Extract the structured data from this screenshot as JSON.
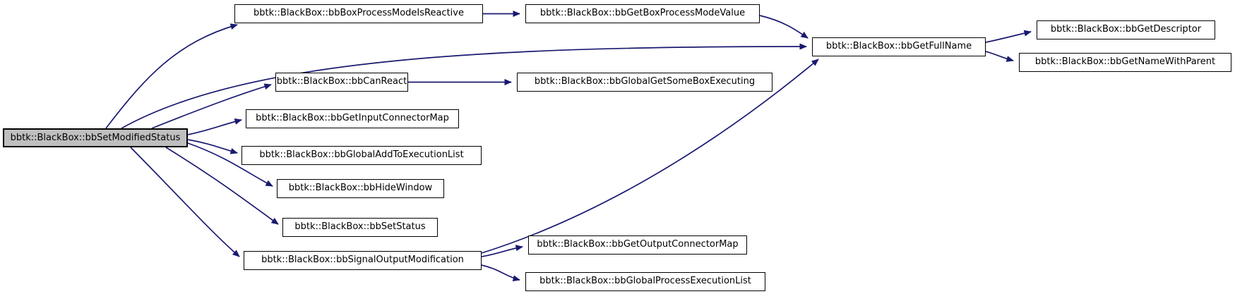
{
  "diagram": {
    "kind": "doxygen-call-graph",
    "edge_color": "#191970",
    "node_border_color": "#000000",
    "node_fill_color": "#ffffff",
    "focus_node_fill_color": "#bfbfbf",
    "nodes": [
      {
        "id": "bbSetModifiedStatus",
        "label": "bbtk::BlackBox::bbSetModifiedStatus",
        "focus": true
      },
      {
        "id": "bbBoxProcessModeIsReactive",
        "label": "bbtk::BlackBox::bbBoxProcessModeIsReactive",
        "focus": false
      },
      {
        "id": "bbGetBoxProcessModeValue",
        "label": "bbtk::BlackBox::bbGetBoxProcessModeValue",
        "focus": false
      },
      {
        "id": "bbGetFullName",
        "label": "bbtk::BlackBox::bbGetFullName",
        "focus": false
      },
      {
        "id": "bbGetDescriptor",
        "label": "bbtk::BlackBox::bbGetDescriptor",
        "focus": false
      },
      {
        "id": "bbGetNameWithParent",
        "label": "bbtk::BlackBox::bbGetNameWithParent",
        "focus": false
      },
      {
        "id": "bbCanReact",
        "label": "bbtk::BlackBox::bbCanReact",
        "focus": false
      },
      {
        "id": "bbGlobalGetSomeBoxExecuting",
        "label": "bbtk::BlackBox::bbGlobalGetSomeBoxExecuting",
        "focus": false
      },
      {
        "id": "bbGetInputConnectorMap",
        "label": "bbtk::BlackBox::bbGetInputConnectorMap",
        "focus": false
      },
      {
        "id": "bbGlobalAddToExecutionList",
        "label": "bbtk::BlackBox::bbGlobalAddToExecutionList",
        "focus": false
      },
      {
        "id": "bbHideWindow",
        "label": "bbtk::BlackBox::bbHideWindow",
        "focus": false
      },
      {
        "id": "bbSetStatus",
        "label": "bbtk::BlackBox::bbSetStatus",
        "focus": false
      },
      {
        "id": "bbSignalOutputModification",
        "label": "bbtk::BlackBox::bbSignalOutputModification",
        "focus": false
      },
      {
        "id": "bbGetOutputConnectorMap",
        "label": "bbtk::BlackBox::bbGetOutputConnectorMap",
        "focus": false
      },
      {
        "id": "bbGlobalProcessExecutionList",
        "label": "bbtk::BlackBox::bbGlobalProcessExecutionList",
        "focus": false
      }
    ],
    "edges": [
      {
        "from": "bbSetModifiedStatus",
        "to": "bbBoxProcessModeIsReactive"
      },
      {
        "from": "bbSetModifiedStatus",
        "to": "bbGetFullName"
      },
      {
        "from": "bbSetModifiedStatus",
        "to": "bbCanReact"
      },
      {
        "from": "bbSetModifiedStatus",
        "to": "bbGetInputConnectorMap"
      },
      {
        "from": "bbSetModifiedStatus",
        "to": "bbGlobalAddToExecutionList"
      },
      {
        "from": "bbSetModifiedStatus",
        "to": "bbHideWindow"
      },
      {
        "from": "bbSetModifiedStatus",
        "to": "bbSetStatus"
      },
      {
        "from": "bbSetModifiedStatus",
        "to": "bbSignalOutputModification"
      },
      {
        "from": "bbBoxProcessModeIsReactive",
        "to": "bbGetBoxProcessModeValue"
      },
      {
        "from": "bbGetBoxProcessModeValue",
        "to": "bbGetFullName"
      },
      {
        "from": "bbCanReact",
        "to": "bbGlobalGetSomeBoxExecuting"
      },
      {
        "from": "bbGetFullName",
        "to": "bbGetDescriptor"
      },
      {
        "from": "bbGetFullName",
        "to": "bbGetNameWithParent"
      },
      {
        "from": "bbSignalOutputModification",
        "to": "bbGetFullName"
      },
      {
        "from": "bbSignalOutputModification",
        "to": "bbGetOutputConnectorMap"
      },
      {
        "from": "bbSignalOutputModification",
        "to": "bbGlobalProcessExecutionList"
      }
    ]
  }
}
